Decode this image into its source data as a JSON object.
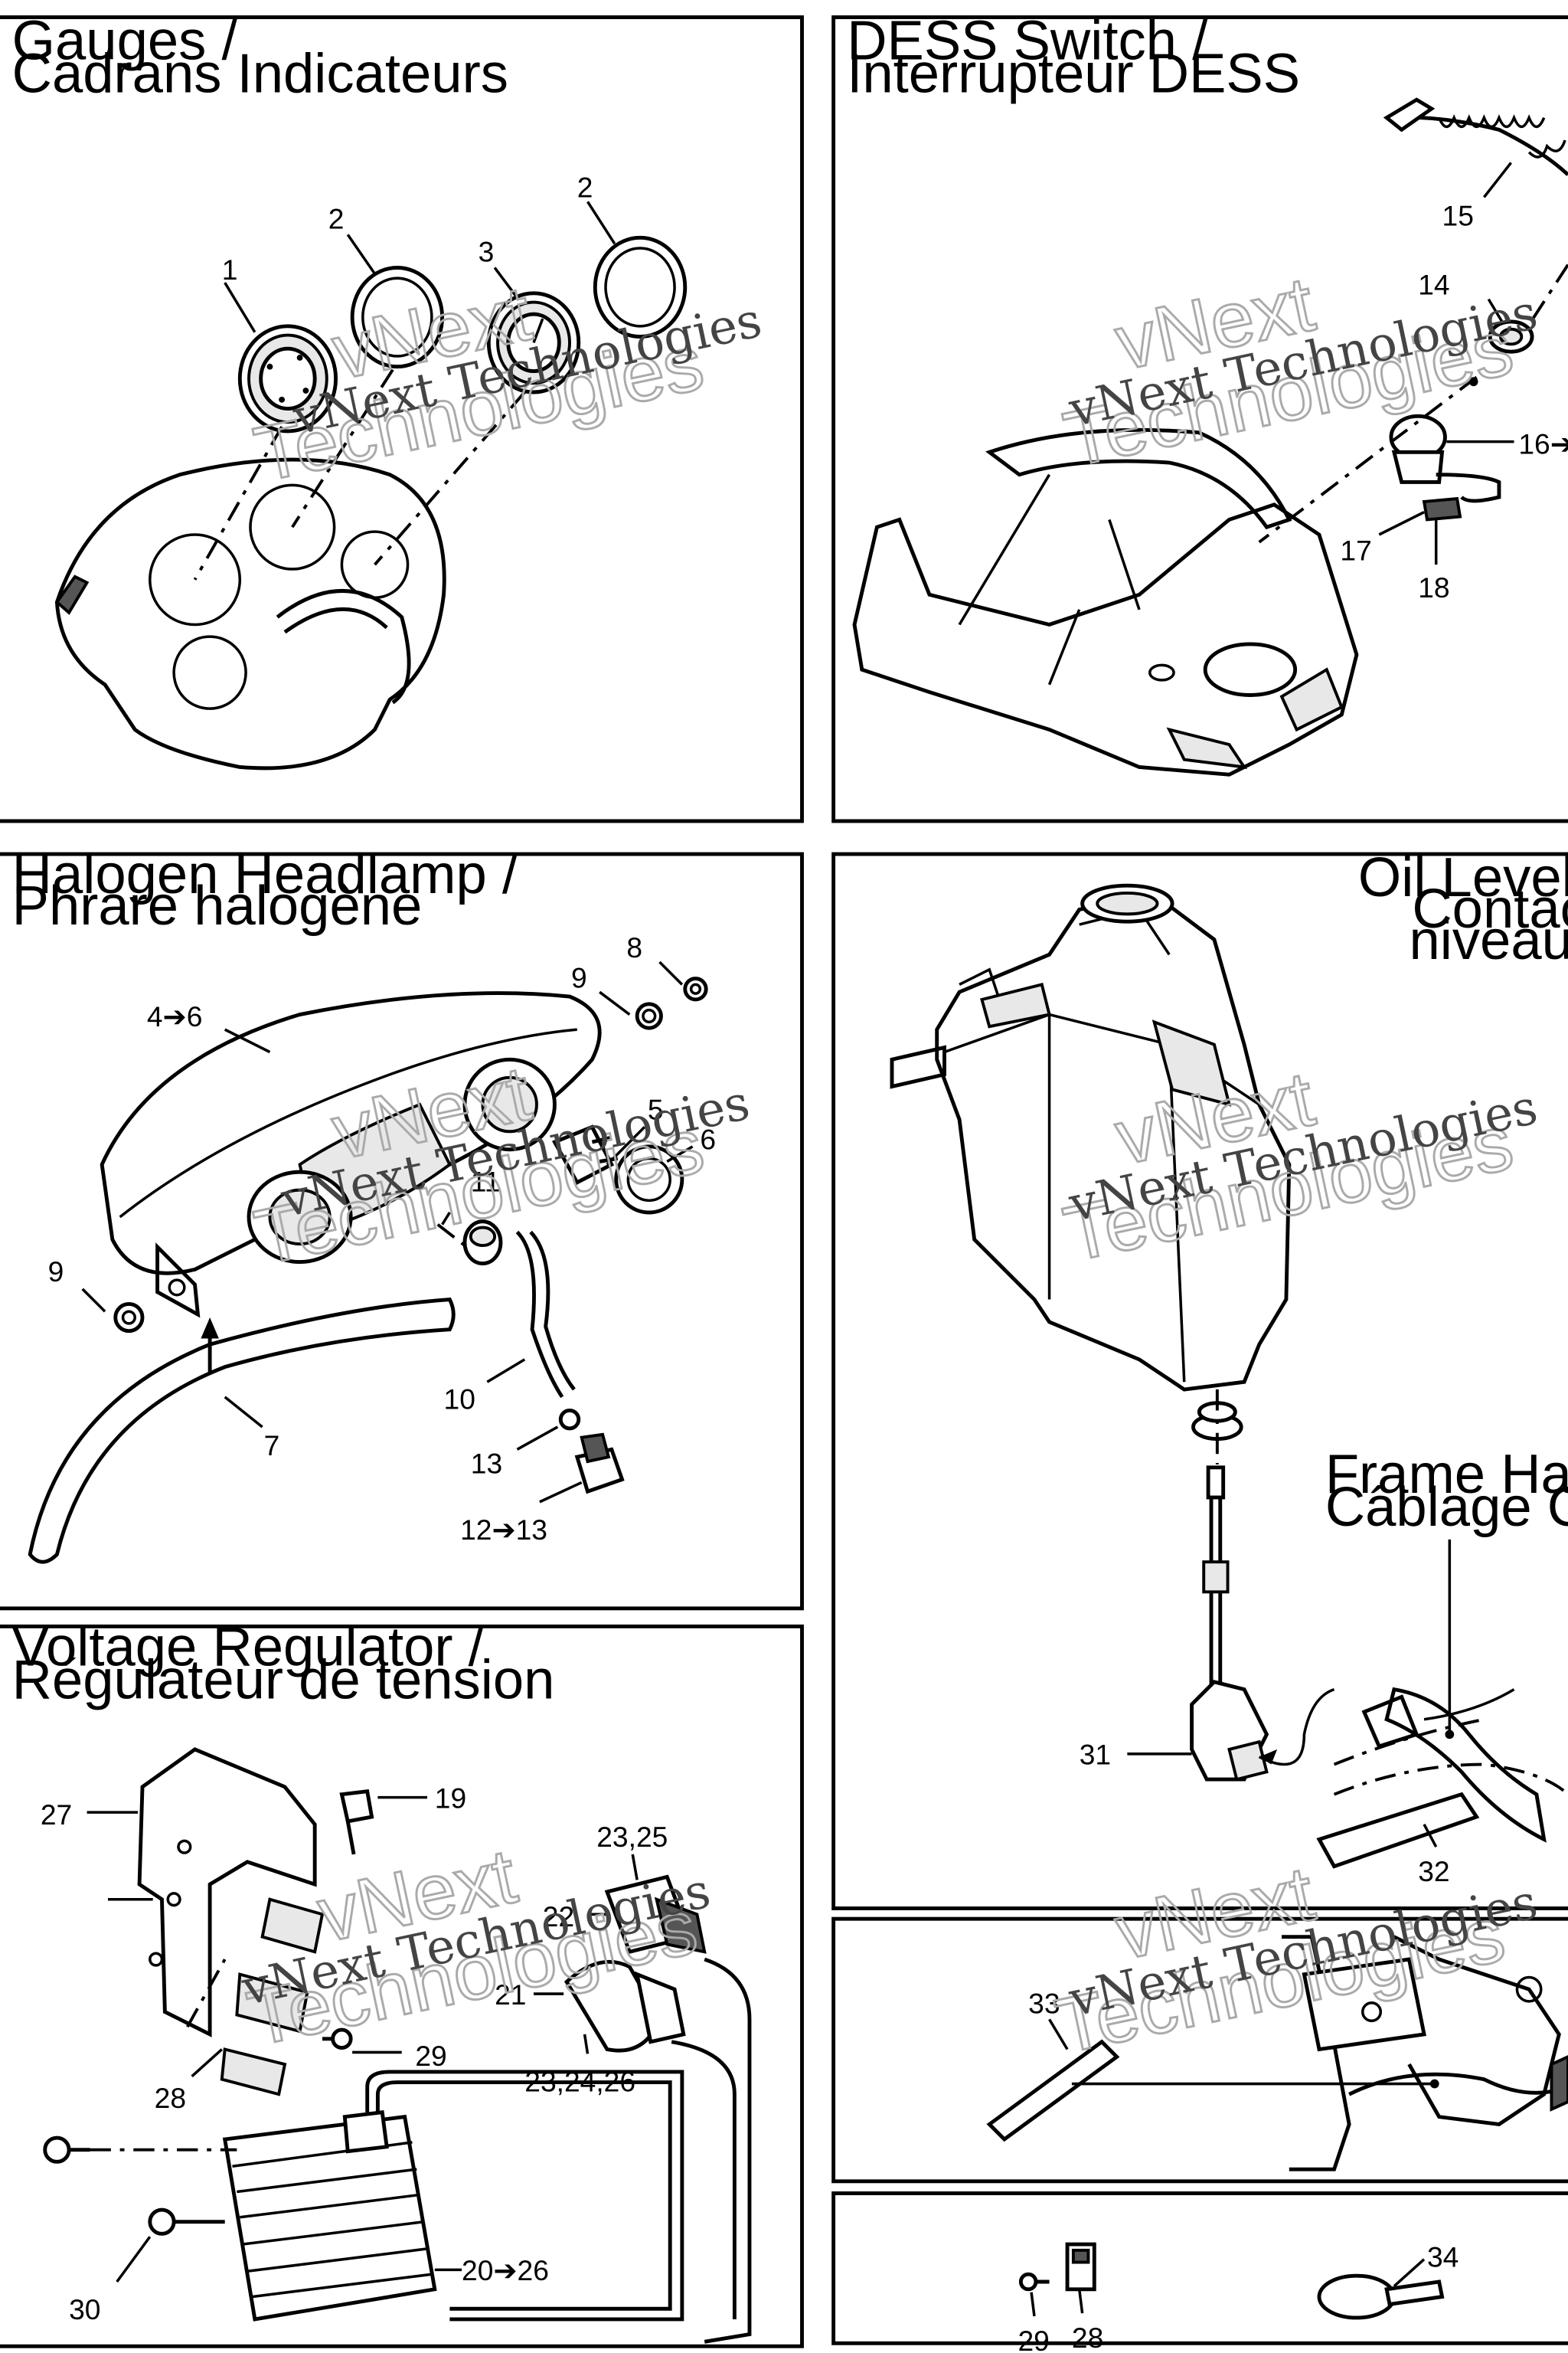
{
  "panels": {
    "gauges": {
      "title_line1": "Gauges /",
      "title_line2": "Cadrans Indicateurs"
    },
    "dess": {
      "title_line1": "DESS Switch /",
      "title_line2": "Interrupteur DESS"
    },
    "headlamp": {
      "title_line1": "Halogen Headlamp /",
      "title_line2": "Phrare halogène"
    },
    "oil_level": {
      "title_line1": "Oil Level Sens",
      "title_line2": "Contacteu",
      "title_line3": "niveau d’h"
    },
    "frame_harness": {
      "title_line1": "Frame Harness /",
      "title_line2": "Câblage Châssis"
    },
    "regulator": {
      "title_line1": "Voltage Regulator /",
      "title_line2": "Régulateur de tension"
    }
  },
  "callouts": {
    "c1": "1",
    "c2a": "2",
    "c2b": "2",
    "c3": "3",
    "c4": "4➔6",
    "c5": "5",
    "c6": "6",
    "c7": "7",
    "c8": "8",
    "c9a": "9",
    "c9b": "9",
    "c10": "10",
    "c11": "11",
    "c12": "12➔13",
    "c13": "13",
    "c14": "14",
    "c15": "15",
    "c16": "16➔",
    "c17": "17",
    "c18": "18",
    "c19": "19",
    "c20": "20➔26",
    "c21": "21",
    "c22": "22",
    "c23a": "23,25",
    "c23b": "23,24,26",
    "c27": "27",
    "c28a": "28",
    "c29a": "29",
    "c30": "30",
    "c31": "31",
    "c32": "32",
    "c33": "33",
    "c34": "34",
    "c29b": "29",
    "c28b": "28"
  },
  "watermark": {
    "line1": "vNext Technologies",
    "line2a": "vNext",
    "line2b": "Technologies"
  }
}
